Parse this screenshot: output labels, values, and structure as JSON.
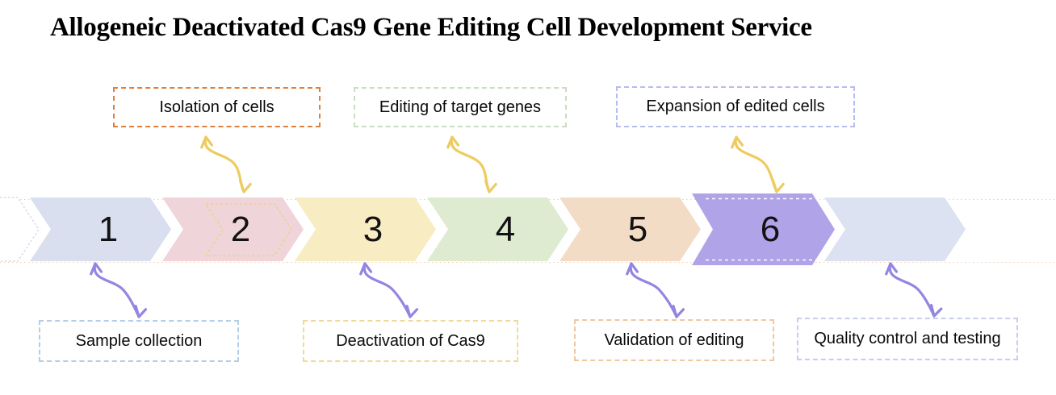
{
  "title": "Allogeneic Deactivated Cas9 Gene Editing Cell Development Service",
  "steps": [
    {
      "number": "1",
      "fill": "#d9dfee"
    },
    {
      "number": "2",
      "fill": "#efd4d9"
    },
    {
      "number": "3",
      "fill": "#f8ecc2"
    },
    {
      "number": "4",
      "fill": "#deebd1"
    },
    {
      "number": "5",
      "fill": "#f3dcc6"
    },
    {
      "number": "6",
      "fill": "#b1a3e8"
    },
    {
      "number": "",
      "fill": "#dce2f2"
    }
  ],
  "top_labels": [
    {
      "text": "Isolation of cells",
      "border_color": "#df7f3e",
      "points_to_step": "2"
    },
    {
      "text": "Editing of target genes",
      "border_color": "#c9ddc0",
      "points_to_step": "4"
    },
    {
      "text": "Expansion of edited cells",
      "border_color": "#b7bcee",
      "points_to_step": "6"
    }
  ],
  "bottom_labels": [
    {
      "text": "Sample collection",
      "border_color": "#b3cee9",
      "points_to_step": "1"
    },
    {
      "text": "Deactivation of Cas9",
      "border_color": "#f1da97",
      "points_to_step": "3"
    },
    {
      "text": "Validation of editing",
      "border_color": "#efc8a0",
      "points_to_step": "5"
    },
    {
      "text": "Quality control and testing",
      "border_color": "#c6cdee",
      "points_to_step": "7"
    }
  ],
  "arrows": {
    "top_color": "#eecb5e",
    "bottom_color": "#9286e1"
  },
  "decor": {
    "guide_line_color": "#edae7e",
    "leading_chevron_outline": "#ccd6ea",
    "step2_dashed_outline": "#ecd27d",
    "step6_dashed_outline": "#ffffff"
  }
}
